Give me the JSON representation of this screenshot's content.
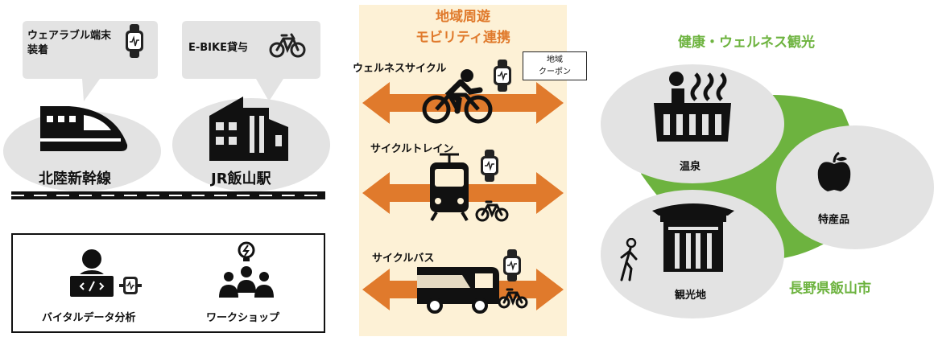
{
  "left": {
    "bubble_wearable": "ウェアラブル端末\n装着",
    "bubble_ebike": "E-BIKE貸与",
    "station_shinkansen": "北陸新幹線",
    "station_jr": "JR飯山駅",
    "box_vital": "バイタルデータ分析",
    "box_workshop": "ワークショップ"
  },
  "center": {
    "title": "地域周遊\nモビリティ連携",
    "coupon": "地域\nクーポン",
    "rows": [
      {
        "label": "ウェルネスサイクル"
      },
      {
        "label": "サイクルトレイン"
      },
      {
        "label": "サイクルバス"
      }
    ]
  },
  "right": {
    "title": "健康・ウェルネス観光",
    "onsen": "温泉",
    "specialty": "特産品",
    "sightseeing": "観光地",
    "city": "長野県飯山市"
  },
  "colors": {
    "panel_bg": "#fdf1d6",
    "orange": "#e07a2c",
    "green": "#6db33f",
    "gray": "#e3e3e3",
    "dark": "#111111"
  }
}
